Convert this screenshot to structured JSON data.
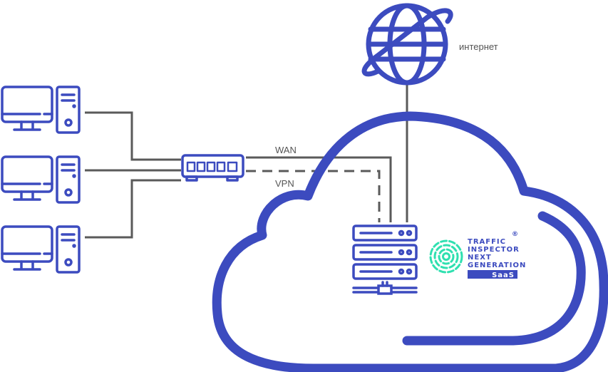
{
  "diagram": {
    "colors": {
      "primary": "#3c4bbf",
      "line": "#5a5a5a",
      "accent": "#2fe0b0",
      "label": "#555555",
      "background": "#ffffff"
    },
    "nodes": {
      "internet": {
        "icon": "globe-icon",
        "label": "интернет"
      },
      "computers": [
        {
          "icon": "computer-icon"
        },
        {
          "icon": "computer-icon"
        },
        {
          "icon": "computer-icon"
        }
      ],
      "switch": {
        "icon": "network-switch-icon"
      },
      "cloud": {
        "icon": "cloud-icon"
      },
      "server": {
        "icon": "server-rack-icon"
      }
    },
    "connections": [
      {
        "from": "computer-1",
        "to": "switch",
        "style": "solid"
      },
      {
        "from": "computer-2",
        "to": "switch",
        "style": "solid"
      },
      {
        "from": "computer-3",
        "to": "switch",
        "style": "solid"
      },
      {
        "from": "switch",
        "to": "server",
        "style": "solid",
        "label": "WAN"
      },
      {
        "from": "switch",
        "to": "server",
        "style": "dashed",
        "label": "VPN"
      },
      {
        "from": "internet",
        "to": "server",
        "style": "solid"
      }
    ],
    "labels": {
      "wan": "WAN",
      "vpn": "VPN",
      "internet": "интернет"
    },
    "logo": {
      "icon": "fingerprint-at-icon",
      "lines": [
        "TRAFFIC",
        "INSPECTOR",
        "NEXT",
        "GENERATION"
      ],
      "badge": "SaaS",
      "registered": "®"
    }
  }
}
